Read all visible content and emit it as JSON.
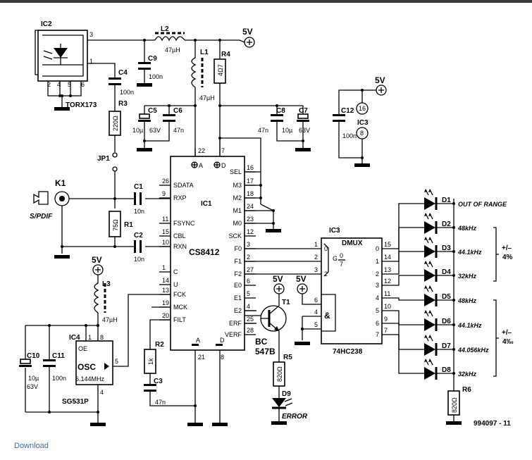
{
  "labels": {
    "ic1": "IC1",
    "ic1_type": "CS8412",
    "ic2": "IC2",
    "ic2_type": "TORX173",
    "ic3": "IC3",
    "ic3_type": "74HC238",
    "dmux": "DMUX",
    "ic3_top": "IC3",
    "ic3_top_pin_vcc": "16",
    "ic3_top_pin_gnd": "8",
    "ic4": "IC4",
    "ic4_osc": "OSC",
    "ic4_oe": "OE",
    "ic4_freq": "6.144MHz",
    "ic4_type": "SG531P",
    "t1": "T1",
    "t1_type1": "BC",
    "t1_type2": "547B",
    "k1": "K1",
    "spdif": "S/PDIF",
    "jp1": "JP1",
    "vcc": "5V",
    "drawing_no": "994097 - 11"
  },
  "components": {
    "l1": "L1",
    "l1_val": "47µH",
    "l2": "L2",
    "l2_val": "47µH",
    "l3": "L3",
    "l3_val": "47µH",
    "r1": "R1",
    "r1_val": "75Ω",
    "r2": "R2",
    "r2_val": "1k",
    "r3": "R3",
    "r3_val": "220Ω",
    "r4": "R4",
    "r4_val": "4Ω7",
    "r5": "R5",
    "r5_val": "820Ω",
    "r6": "R6",
    "r6_val": "820Ω",
    "c1": "C1",
    "c1_val": "10n",
    "c2": "C2",
    "c2_val": "10n",
    "c3": "C3",
    "c3_val": "47n",
    "c4": "C4",
    "c4_val": "100n",
    "c5": "C5",
    "c5_val": "10µ",
    "c5_v": "63V",
    "c6": "C6",
    "c6_val": "47n",
    "c7": "C7",
    "c7_val": "10µ",
    "c7_v": "63V",
    "c8": "C8",
    "c8_val": "47n",
    "c9": "C9",
    "c9_val": "100n",
    "c10": "C10",
    "c10_val": "10µ",
    "c10_v": "63V",
    "c11": "C11",
    "c11_val": "100n",
    "c12": "C12",
    "c12_val": "100n"
  },
  "ic1_pins_left": [
    {
      "num": "26",
      "name": "SDATA"
    },
    {
      "num": "9",
      "name": "RXP"
    },
    {
      "num": "11",
      "name": "FSYNC"
    },
    {
      "num": "15",
      "name": "CBL"
    },
    {
      "num": "10",
      "name": "RXN"
    },
    {
      "num": "1",
      "name": "C"
    },
    {
      "num": "14",
      "name": "U"
    },
    {
      "num": "13",
      "name": "FCK"
    },
    {
      "num": "19",
      "name": "MCK"
    },
    {
      "num": "20",
      "name": "FILT"
    }
  ],
  "ic1_pins_right": [
    {
      "num": "16",
      "name": "SEL"
    },
    {
      "num": "17",
      "name": "M3"
    },
    {
      "num": "18",
      "name": "M2"
    },
    {
      "num": "24",
      "name": "M1"
    },
    {
      "num": "23",
      "name": "M0"
    },
    {
      "num": "12",
      "name": "SCK"
    },
    {
      "num": "3",
      "name": "F0"
    },
    {
      "num": "2",
      "name": "F1"
    },
    {
      "num": "27",
      "name": "F2"
    },
    {
      "num": "6",
      "name": "E0"
    },
    {
      "num": "5",
      "name": "E1"
    },
    {
      "num": "4",
      "name": "E2"
    },
    {
      "num": "25",
      "name": "ERF"
    },
    {
      "num": "28",
      "name": "VERF"
    }
  ],
  "ic1_power": {
    "top_a": "22",
    "top_d": "7",
    "bot_a": "21",
    "bot_d": "8",
    "a": "A",
    "d": "D"
  },
  "ic2_pins": {
    "p3": "3",
    "p1": "1",
    "p2": "2",
    "p4": "4",
    "p5": "5",
    "p6": "6"
  },
  "ic4_pins": {
    "p1": "1",
    "p8": "8",
    "p5": "5",
    "p4": "4"
  },
  "ic3_inputs": [
    {
      "num": "1",
      "bit": "0"
    },
    {
      "num": "2",
      "bit": ""
    },
    {
      "num": "3",
      "bit": "2"
    }
  ],
  "ic3_g": "G",
  "ic3_g_range_top": "0",
  "ic3_g_range_bot": "7",
  "ic3_enable_pins": [
    "6",
    "4",
    "5"
  ],
  "ic3_and": "&",
  "ic3_outputs": [
    {
      "pin": "15",
      "out": "0"
    },
    {
      "pin": "14",
      "out": "1"
    },
    {
      "pin": "13",
      "out": "2"
    },
    {
      "pin": "12",
      "out": "3"
    },
    {
      "pin": "11",
      "out": "4"
    },
    {
      "pin": "10",
      "out": "5"
    },
    {
      "pin": "9",
      "out": "6"
    },
    {
      "pin": "7",
      "out": "7"
    }
  ],
  "leds": [
    {
      "ref": "D1",
      "label": "OUT OF RANGE"
    },
    {
      "ref": "D2",
      "label": "48kHz"
    },
    {
      "ref": "D3",
      "label": "44.1kHz"
    },
    {
      "ref": "D4",
      "label": "32kHz"
    },
    {
      "ref": "D5",
      "label": "48kHz"
    },
    {
      "ref": "D6",
      "label": "44.1kHz"
    },
    {
      "ref": "D7",
      "label": "44.056kHz"
    },
    {
      "ref": "D8",
      "label": "32kHz"
    }
  ],
  "tolerance": [
    {
      "pm": "+/–",
      "val": "4%"
    },
    {
      "pm": "+/–",
      "val": "4‰"
    }
  ],
  "d9": {
    "ref": "D9",
    "label": "ERROR"
  },
  "footer": {
    "download": "Download"
  }
}
